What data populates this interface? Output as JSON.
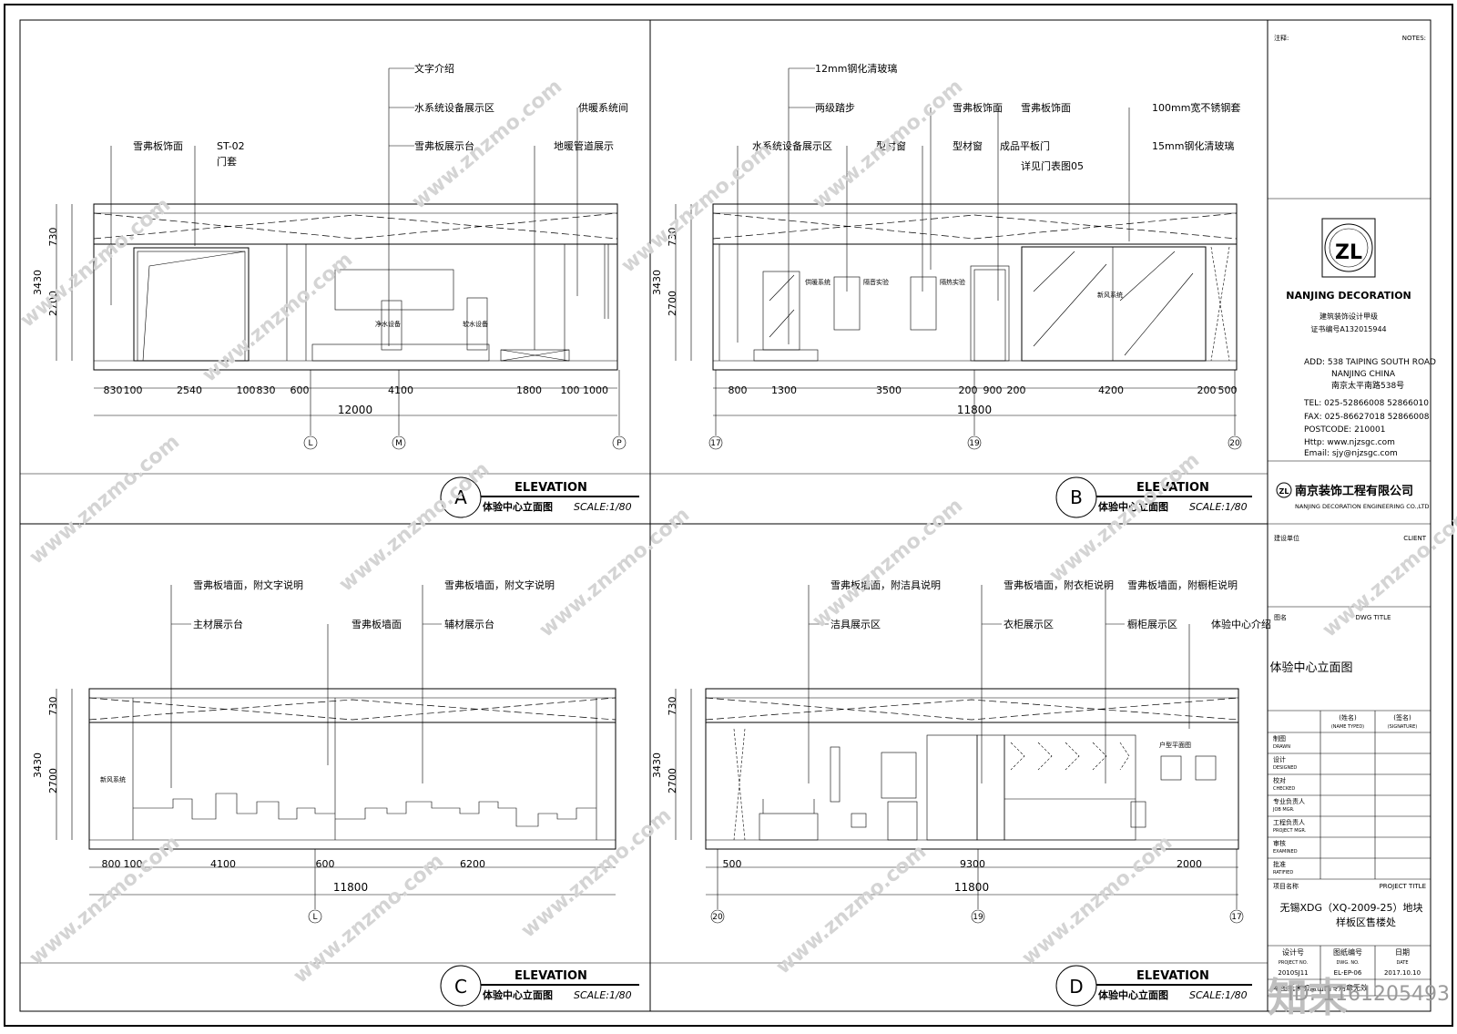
{
  "panels": {
    "A": {
      "letter": "A",
      "title_en": "ELEVATION",
      "title_cn": "体验中心立面图",
      "scale": "SCALE:1/80",
      "labels": [
        "文字介绍",
        "水系统设备展示区",
        "雪弗板展示台",
        "供暖系统间",
        "雪弗板饰面",
        "ST-02",
        "门套",
        "地暖管道展示"
      ],
      "inner_labels": [
        "净水设备",
        "软水设备"
      ],
      "heights": [
        "730",
        "2700",
        "3430"
      ],
      "dims": [
        "830",
        "100",
        "2540",
        "100",
        "830",
        "600",
        "4100",
        "1800",
        "100",
        "1000"
      ],
      "total": "12000",
      "grid": [
        "L",
        "M",
        "P"
      ]
    },
    "B": {
      "letter": "B",
      "title_en": "ELEVATION",
      "title_cn": "体验中心立面图",
      "scale": "SCALE:1/80",
      "labels": [
        "12mm钢化清玻璃",
        "两级踏步",
        "水系统设备展示区",
        "型材窗",
        "型材窗",
        "雪弗板饰面",
        "雪弗板饰面",
        "成品平板门",
        "详见门表图05",
        "100mm宽不锈钢套",
        "15mm钢化清玻璃"
      ],
      "inner_labels": [
        "供暖系统",
        "隔音实验",
        "隔热实验",
        "新风系统"
      ],
      "heights": [
        "730",
        "2700",
        "3430"
      ],
      "dims": [
        "800",
        "1300",
        "3500",
        "200",
        "900",
        "200",
        "4200",
        "200",
        "500"
      ],
      "total": "11800",
      "grid": [
        "17",
        "19",
        "20"
      ]
    },
    "C": {
      "letter": "C",
      "title_en": "ELEVATION",
      "title_cn": "体验中心立面图",
      "scale": "SCALE:1/80",
      "labels": [
        "雪弗板墙面，附文字说明",
        "主材展示台",
        "雪弗板墙面",
        "雪弗板墙面，附文字说明",
        "辅材展示台"
      ],
      "inner_labels": [
        "新风系统"
      ],
      "heights": [
        "730",
        "2700",
        "3430"
      ],
      "dims": [
        "800",
        "100",
        "4100",
        "600",
        "6200"
      ],
      "total": "11800",
      "grid": [
        "L"
      ]
    },
    "D": {
      "letter": "D",
      "title_en": "ELEVATION",
      "title_cn": "体验中心立面图",
      "scale": "SCALE:1/80",
      "labels": [
        "雪弗板墙面，附洁具说明",
        "洁具展示区",
        "雪弗板墙面，附衣柜说明",
        "衣柜展示区",
        "雪弗板墙面，附橱柜说明",
        "橱柜展示区",
        "体验中心介绍"
      ],
      "inner_labels": [
        "户型平面图"
      ],
      "heights": [
        "730",
        "2700",
        "3430"
      ],
      "dims": [
        "500",
        "9300",
        "2000"
      ],
      "total": "11800",
      "grid": [
        "20",
        "19",
        "17"
      ]
    }
  },
  "titleblock": {
    "notes_cn": "注释:",
    "notes_en": "NOTES:",
    "company_en": "NANJING DECORATION",
    "qual": "建筑装饰设计甲级",
    "cert": "证书编号A132015944",
    "addr1": "ADD:  538 TAIPING SOUTH ROAD",
    "addr2": "NANJING CHINA",
    "addr3": "南京太平南路538号",
    "tel": "TEL:   025-52866008  52866010",
    "fax": "FAX:   025-86627018  52866008",
    "postcode": "POSTCODE:  210001",
    "http": "Http:  www.njzsgc.com",
    "email": "Email: sjy@njzsgc.com",
    "company_cn": "南京装饰工程有限公司",
    "company_full_en": "NANJING DECORATION ENGINEERING CO.,LTD",
    "client_cn": "建设单位",
    "client_en": "CLIENT",
    "dwg_cn": "图名",
    "dwg_en": "DWG TITLE",
    "dwg_title": "体验中心立面图",
    "col_name_cn": "(姓名)",
    "col_name_en": "(NAME TYPED)",
    "col_sig_cn": "(签名)",
    "col_sig_en": "(SIGNATURE)",
    "roles": [
      {
        "cn": "制图",
        "en": "DRAWN"
      },
      {
        "cn": "设计",
        "en": "DESIGNED"
      },
      {
        "cn": "校对",
        "en": "CHECKED"
      },
      {
        "cn": "专业负责人",
        "en": "JOB MGR."
      },
      {
        "cn": "工程负责人",
        "en": "PROJECT MGR."
      },
      {
        "cn": "审核",
        "en": "EXAMINED"
      },
      {
        "cn": "批准",
        "en": "RATIFIED"
      }
    ],
    "project_cn": "项目名称",
    "project_en": "PROJECT TITLE",
    "project_name_1": "无锡XDG（XQ-2009-25）地块",
    "project_name_2": "样板区售楼处",
    "design_no_cn": "设计号",
    "drawing_no_cn": "图纸编号",
    "date_cn": "日期",
    "design_no_en": "PROJECT NO.",
    "drawing_no_en": "DWG. NO.",
    "date_en": "DATE",
    "design_no": "2010SJ11",
    "drawing_no": "EL-EP-06",
    "date": "2017.10.10",
    "footer_note": "本图纸未加盖出图专用章无效"
  },
  "watermark": {
    "site": "www.znzmo.com",
    "brand": "知末网",
    "id_label": "ID: 1161205493",
    "corner_mark": "知末"
  }
}
